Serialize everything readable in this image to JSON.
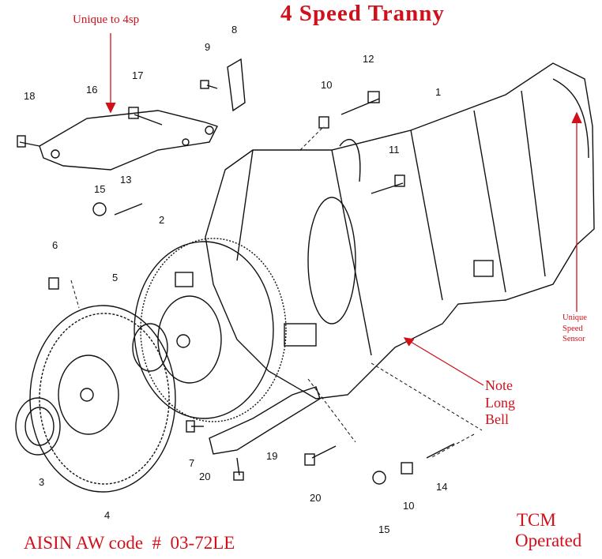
{
  "title": "4 Speed Tranny",
  "annotations": {
    "unique_4sp": "Unique to 4sp",
    "speed_sensor": [
      "Unique",
      "Speed",
      "Sensor"
    ],
    "long_bell": [
      "Note",
      "Long",
      "Bell"
    ],
    "tcm": [
      "TCM",
      "Operated"
    ],
    "aisin_code": "AISIN AW code  #  03-72LE"
  },
  "callouts": [
    "1",
    "2",
    "3",
    "4",
    "5",
    "6",
    "7",
    "8",
    "9",
    "10",
    "10",
    "11",
    "12",
    "13",
    "14",
    "15",
    "15",
    "16",
    "17",
    "18",
    "19",
    "20",
    "20"
  ],
  "colors": {
    "annotation": "#d0101a",
    "line": "#111111"
  }
}
